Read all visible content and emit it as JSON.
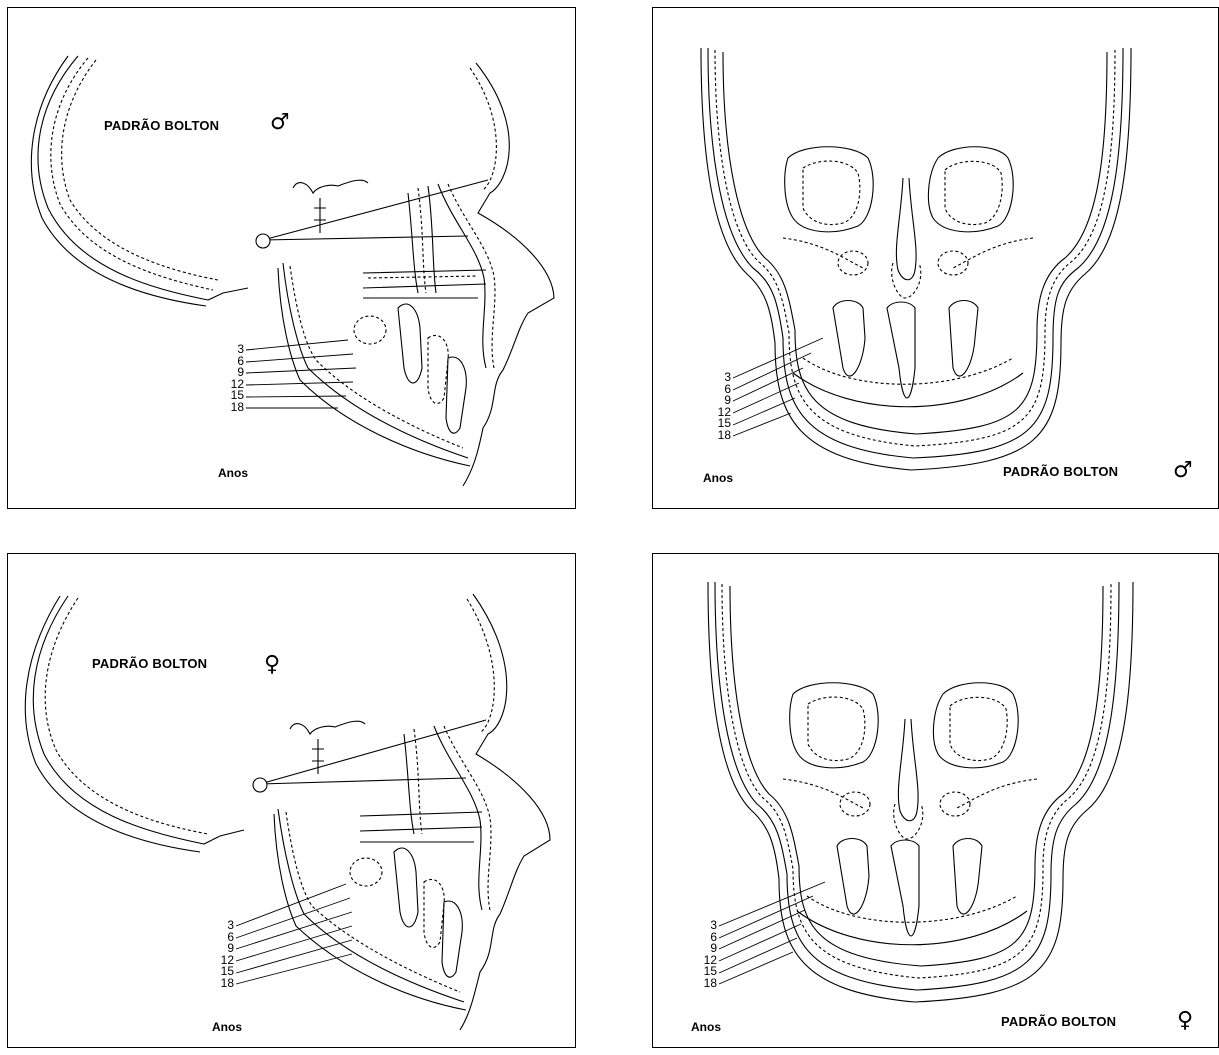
{
  "panels": [
    {
      "id": "lateral-male",
      "view": "lateral",
      "title": "PADRÃO BOLTON",
      "sex_symbol": "♂",
      "ages_label": "Anos",
      "ages": [
        "3",
        "6",
        "9",
        "12",
        "15",
        "18"
      ]
    },
    {
      "id": "frontal-male",
      "view": "frontal",
      "title": "PADRÃO BOLTON",
      "sex_symbol": "♂",
      "ages_label": "Anos",
      "ages": [
        "3",
        "6",
        "9",
        "12",
        "15",
        "18"
      ]
    },
    {
      "id": "lateral-female",
      "view": "lateral",
      "title": "PADRÃO BOLTON",
      "sex_symbol": "♀",
      "ages_label": "Anos",
      "ages": [
        "3",
        "6",
        "9",
        "12",
        "15",
        "18"
      ]
    },
    {
      "id": "frontal-female",
      "view": "frontal",
      "title": "PADRÃO BOLTON",
      "sex_symbol": "♀",
      "ages_label": "Anos",
      "ages": [
        "3",
        "6",
        "9",
        "12",
        "15",
        "18"
      ]
    }
  ]
}
